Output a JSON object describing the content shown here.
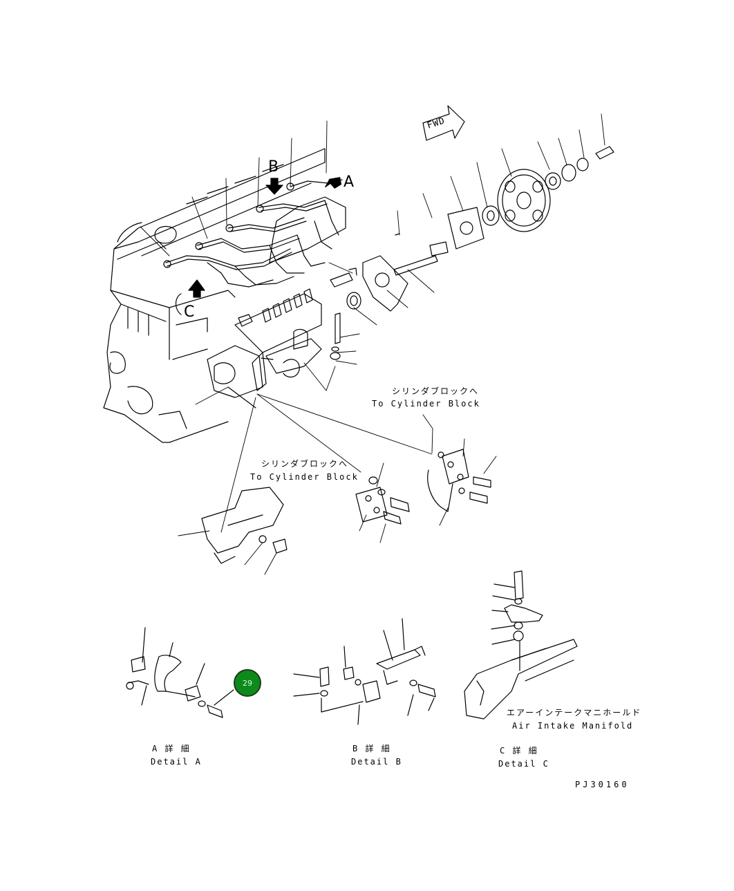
{
  "diagram": {
    "arrow_labels": {
      "a": "A",
      "b": "B",
      "c": "C"
    },
    "fwd_label": "FWD",
    "cylinder_block_upper": {
      "jp": "シリンダブロックへ",
      "en": "To Cylinder Block"
    },
    "cylinder_block_lower": {
      "jp": "シリンダブロックへ",
      "en": "To Cylinder Block"
    },
    "air_intake_manifold": {
      "jp": "エアーインテークマニホールド",
      "en": "Air Intake Manifold"
    },
    "detail_a": {
      "jp": "A 詳 細",
      "en": "Detail A"
    },
    "detail_b": {
      "jp": "B 詳 細",
      "en": "Detail B"
    },
    "detail_c": {
      "jp": "C 詳 細",
      "en": "Detail C"
    },
    "drawing_code": "PJ30160",
    "callout": {
      "number": "29",
      "color": "#0d8a1c"
    }
  }
}
